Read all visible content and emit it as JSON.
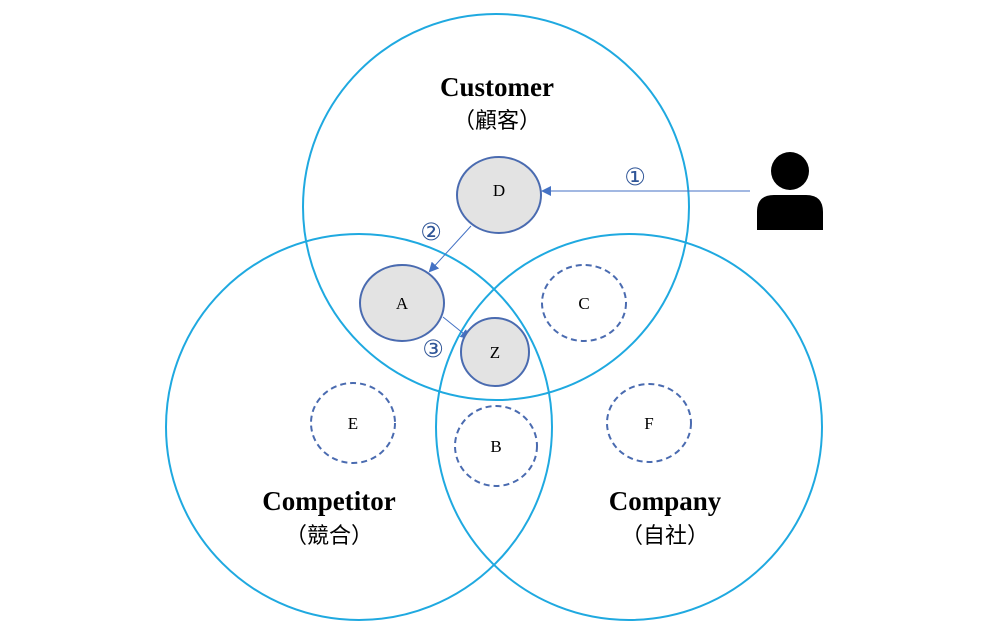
{
  "colors": {
    "circle_stroke": "#1FA9E0",
    "node_fill": "#E3E3E3",
    "node_stroke": "#4A6BB0",
    "arrow": "#4472C4",
    "step_number": "#2F5597",
    "person_icon": "#000000"
  },
  "sets": {
    "customer": {
      "title": "Customer",
      "subtitle": "（顧客）"
    },
    "competitor": {
      "title": "Competitor",
      "subtitle": "（競合）"
    },
    "company": {
      "title": "Company",
      "subtitle": "（自社）"
    }
  },
  "nodes": {
    "D": "D",
    "A": "A",
    "Z": "Z",
    "C": "C",
    "E": "E",
    "B": "B",
    "F": "F"
  },
  "steps": {
    "one": "①",
    "two": "②",
    "three": "③"
  },
  "icons": {
    "person": "person-icon"
  }
}
